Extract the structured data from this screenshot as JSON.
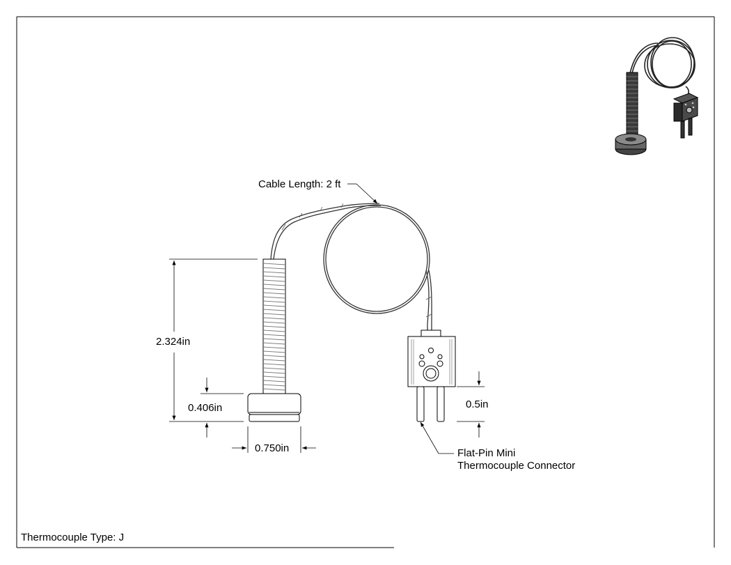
{
  "annotations": {
    "cable_length": "Cable Length: 2 ft",
    "overall_length": "2.324in",
    "head_height": "0.406in",
    "head_diameter": "0.750in",
    "pin_length": "0.5in",
    "connector_line1": "Flat-Pin Mini",
    "connector_line2": "Thermocouple Connector"
  },
  "title_block": {
    "thermocouple_type": "Thermocouple Type: J"
  }
}
